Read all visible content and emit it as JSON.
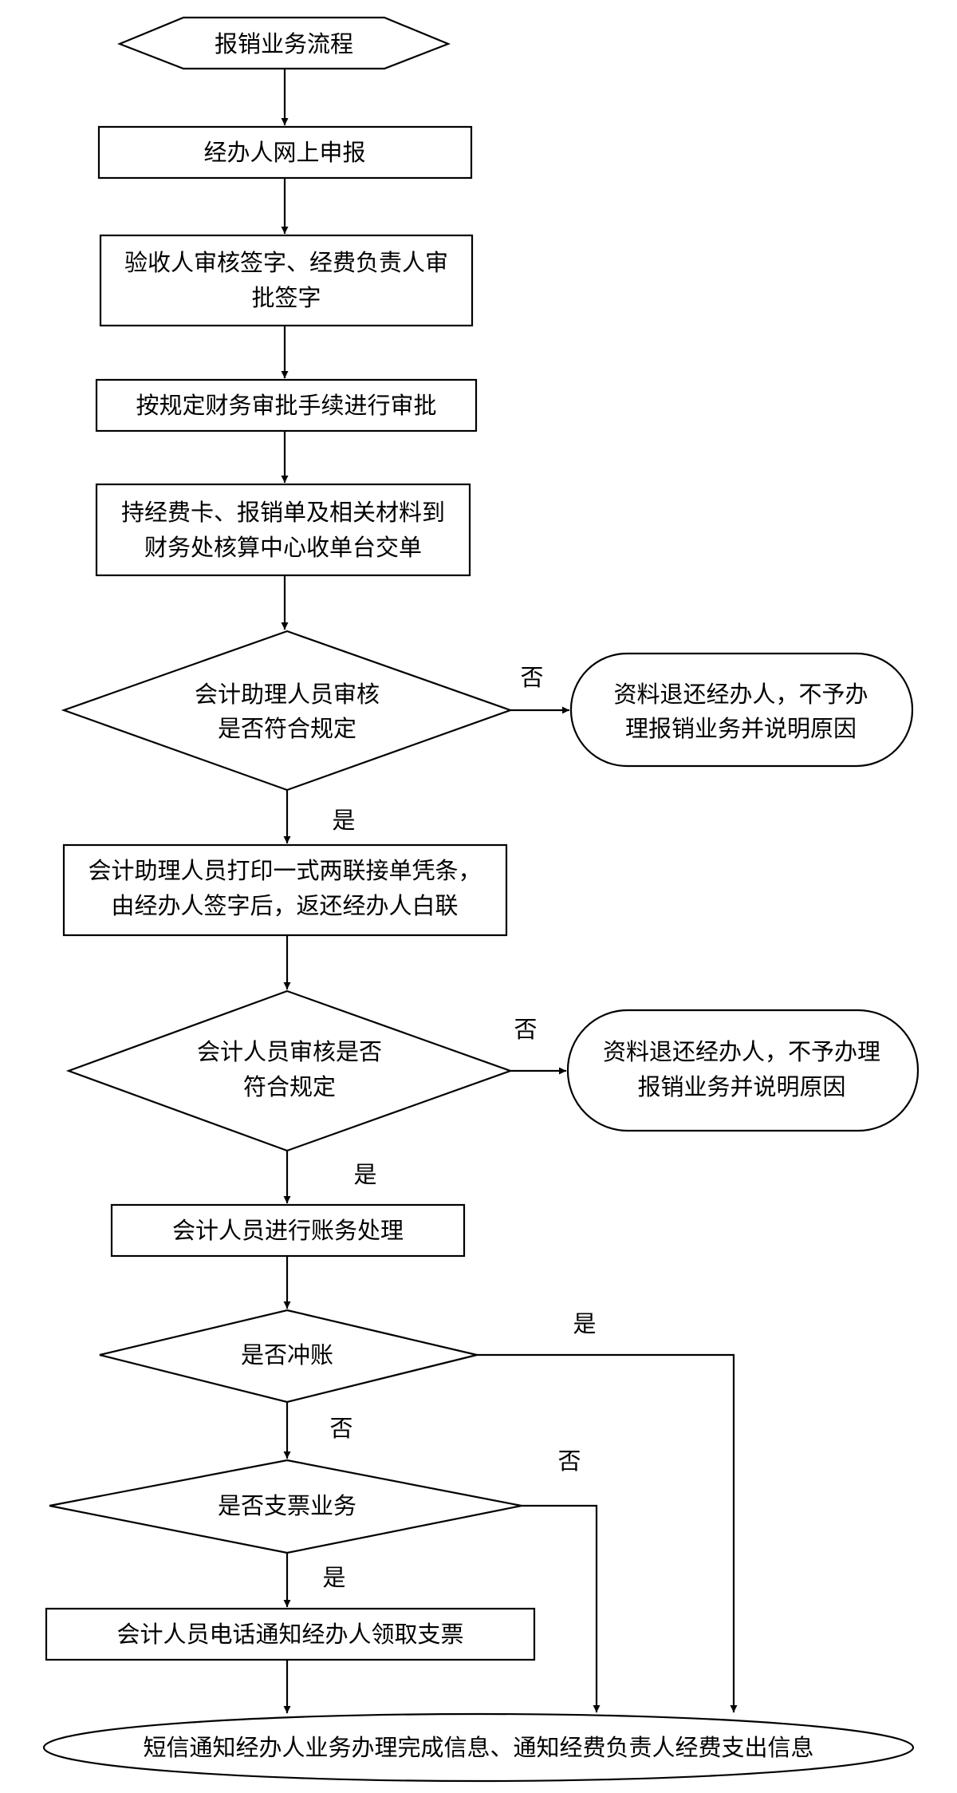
{
  "nodes": {
    "start": {
      "lines": [
        "报销业务流程"
      ]
    },
    "n1": {
      "lines": [
        "经办人网上申报"
      ]
    },
    "n2": {
      "lines": [
        "验收人审核签字、经费负责人审",
        "批签字"
      ]
    },
    "n3": {
      "lines": [
        "按规定财务审批手续进行审批"
      ]
    },
    "n4": {
      "lines": [
        "持经费卡、报销单及相关材料到",
        "财务处核算中心收单台交单"
      ]
    },
    "d1": {
      "lines": [
        "会计助理人员审核",
        "是否符合规定"
      ]
    },
    "r1": {
      "lines": [
        "资料退还经办人，不予办",
        "理报销业务并说明原因"
      ]
    },
    "n5": {
      "lines": [
        "会计助理人员打印一式两联接单凭条，",
        "由经办人签字后，返还经办人白联"
      ]
    },
    "d2": {
      "lines": [
        "会计人员审核是否",
        "符合规定"
      ]
    },
    "r2": {
      "lines": [
        "资料退还经办人，不予办理",
        "报销业务并说明原因"
      ]
    },
    "n6": {
      "lines": [
        "会计人员进行账务处理"
      ]
    },
    "d3": {
      "lines": [
        "是否冲账"
      ]
    },
    "d4": {
      "lines": [
        "是否支票业务"
      ]
    },
    "n7": {
      "lines": [
        "会计人员电话通知经办人领取支票"
      ]
    },
    "end": {
      "lines": [
        "短信通知经办人业务办理完成信息、通知经费负责人经费支出信息"
      ]
    }
  },
  "edge_labels": {
    "d1_no": "否",
    "d1_yes": "是",
    "d2_no": "否",
    "d2_yes": "是",
    "d3_yes": "是",
    "d3_no": "否",
    "d4_no": "否",
    "d4_yes": "是"
  }
}
